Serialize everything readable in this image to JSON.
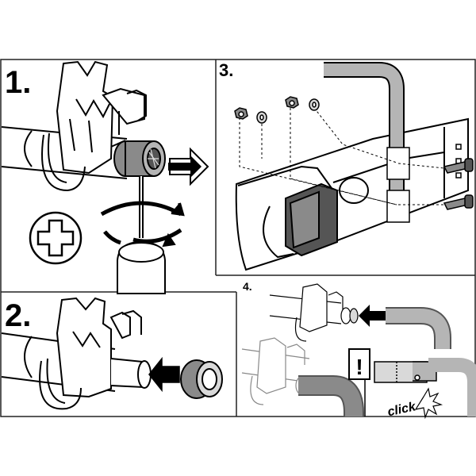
{
  "steps": [
    {
      "label": "1."
    },
    {
      "label": "2."
    },
    {
      "label": "3."
    },
    {
      "label": "4."
    }
  ],
  "warning": {
    "symbol": "!"
  },
  "click_label": "click",
  "colors": {
    "ink": "#000000",
    "panel_border": "#222222",
    "part_gray": "#8a8a8a",
    "light_gray": "#d9d9d9",
    "bar_gray": "#b5b5b5",
    "dark_gray": "#555555"
  },
  "icons": [
    "phillips-screwdriver-icon",
    "push-arrow-icon",
    "rotate-arrow-icon",
    "warning-icon",
    "click-burst-icon"
  ]
}
